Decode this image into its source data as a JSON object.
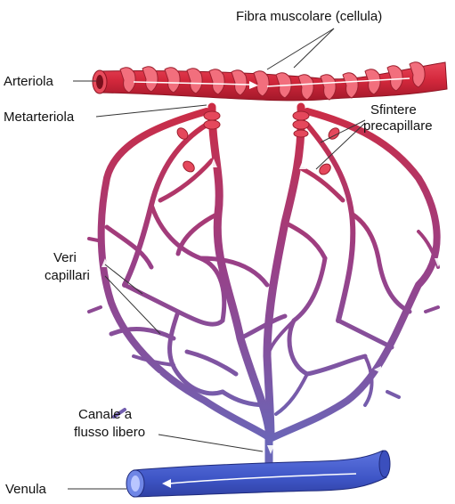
{
  "labels": {
    "fibra": "Fibra muscolare (cellula)",
    "arteriola": "Arteriola",
    "metarteriola": "Metarteriola",
    "sfintere_1": "Sfintere",
    "sfintere_2": "precapillare",
    "veri_1": "Veri",
    "veri_2": "capillari",
    "canale_1": "Canale a",
    "canale_2": "flusso libero",
    "venula": "Venula"
  },
  "colors": {
    "arteriole": "#d42a3c",
    "arteriole_light": "#f06a78",
    "capillary_top": "#c8314a",
    "capillary_bottom": "#6a63b5",
    "venule": "#3e55c6",
    "venule_light": "#7f93e8"
  }
}
